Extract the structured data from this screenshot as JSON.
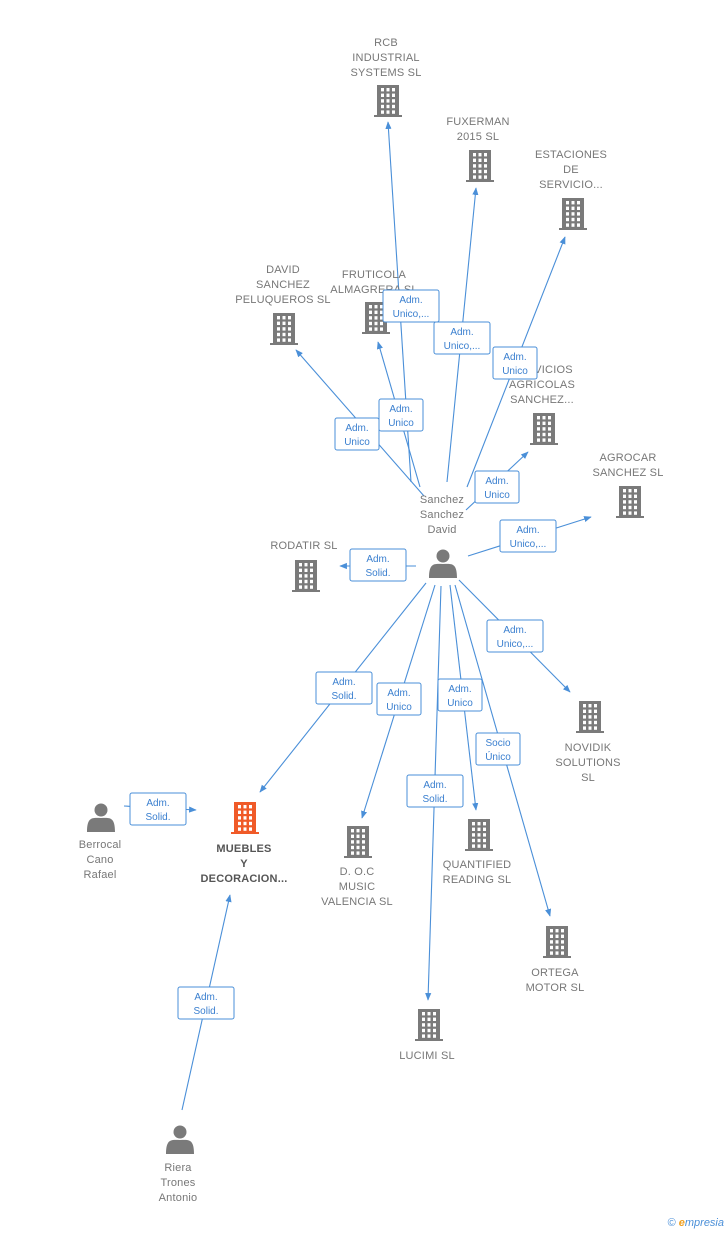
{
  "colors": {
    "edge": "#4a8fd8",
    "company": "#7a7a7a",
    "focus_company": "#f05a28",
    "person": "#7a7a7a"
  },
  "nodes": [
    {
      "id": "rcb",
      "type": "company",
      "lines": [
        "RCB",
        "INDUSTRIAL",
        "SYSTEMS  SL"
      ]
    },
    {
      "id": "fuxerman",
      "type": "company",
      "lines": [
        "FUXERMAN",
        "2015  SL"
      ]
    },
    {
      "id": "estaciones",
      "type": "company",
      "lines": [
        "ESTACIONES",
        "DE",
        "SERVICIO..."
      ]
    },
    {
      "id": "david_pelu",
      "type": "company",
      "lines": [
        "DAVID",
        "SANCHEZ",
        "PELUQUEROS SL"
      ]
    },
    {
      "id": "fruticola",
      "type": "company",
      "lines": [
        "FRUTICOLA",
        "ALMAGRERA SL"
      ]
    },
    {
      "id": "servicios",
      "type": "company",
      "lines": [
        "SERVICIOS",
        "AGRICOLAS",
        "SANCHEZ..."
      ]
    },
    {
      "id": "agrocar",
      "type": "company",
      "lines": [
        "AGROCAR",
        "SANCHEZ  SL"
      ]
    },
    {
      "id": "sanchez",
      "type": "person",
      "lines": [
        "Sanchez",
        "Sanchez",
        "David"
      ]
    },
    {
      "id": "rodatir",
      "type": "company",
      "lines": [
        "RODATIR  SL"
      ]
    },
    {
      "id": "novidik",
      "type": "company",
      "lines": [
        "NOVIDIK",
        "SOLUTIONS",
        "SL"
      ]
    },
    {
      "id": "berrocal",
      "type": "person",
      "lines": [
        "Berrocal",
        "Cano",
        "Rafael"
      ]
    },
    {
      "id": "muebles",
      "type": "focus",
      "lines": [
        "MUEBLES",
        "Y",
        "DECORACION..."
      ]
    },
    {
      "id": "doc",
      "type": "company",
      "lines": [
        "D. O.C",
        "MUSIC",
        "VALENCIA  SL"
      ]
    },
    {
      "id": "quantified",
      "type": "company",
      "lines": [
        "QUANTIFIED",
        "READING  SL"
      ]
    },
    {
      "id": "ortega",
      "type": "company",
      "lines": [
        "ORTEGA",
        "MOTOR  SL"
      ]
    },
    {
      "id": "lucimi",
      "type": "company",
      "lines": [
        "LUCIMI SL"
      ]
    },
    {
      "id": "riera",
      "type": "person",
      "lines": [
        "Riera",
        "Trones",
        "Antonio"
      ]
    }
  ],
  "edges": [
    {
      "from": "sanchez",
      "to": "rcb",
      "label": [
        "Adm.",
        "Unico,..."
      ]
    },
    {
      "from": "sanchez",
      "to": "fuxerman",
      "label": [
        "Adm.",
        "Unico,..."
      ]
    },
    {
      "from": "sanchez",
      "to": "estaciones",
      "label": [
        "Adm.",
        "Unico"
      ]
    },
    {
      "from": "sanchez",
      "to": "david_pelu",
      "label": [
        "Adm.",
        "Unico"
      ]
    },
    {
      "from": "sanchez",
      "to": "fruticola",
      "label": [
        "Adm.",
        "Unico"
      ]
    },
    {
      "from": "sanchez",
      "to": "servicios",
      "label": [
        "Adm.",
        "Unico"
      ]
    },
    {
      "from": "sanchez",
      "to": "agrocar",
      "label": [
        "Adm.",
        "Unico,..."
      ]
    },
    {
      "from": "sanchez",
      "to": "rodatir",
      "label": [
        "Adm.",
        "Solid."
      ]
    },
    {
      "from": "sanchez",
      "to": "novidik",
      "label": [
        "Adm.",
        "Unico,..."
      ]
    },
    {
      "from": "sanchez",
      "to": "muebles",
      "label": [
        "Adm.",
        "Solid."
      ]
    },
    {
      "from": "sanchez",
      "to": "doc",
      "label": [
        "Adm.",
        "Unico"
      ]
    },
    {
      "from": "sanchez",
      "to": "quantified",
      "label": [
        "Adm.",
        "Unico"
      ]
    },
    {
      "from": "sanchez",
      "to": "ortega",
      "label": [
        "Socio",
        "Único"
      ]
    },
    {
      "from": "sanchez",
      "to": "lucimi",
      "label": [
        "Adm.",
        "Solid."
      ]
    },
    {
      "from": "berrocal",
      "to": "muebles",
      "label": [
        "Adm.",
        "Solid."
      ]
    },
    {
      "from": "riera",
      "to": "muebles",
      "label": [
        "Adm.",
        "Solid."
      ]
    }
  ],
  "footer": {
    "copyright": "©",
    "brand_initial": "e",
    "brand_rest": "mpresia"
  }
}
